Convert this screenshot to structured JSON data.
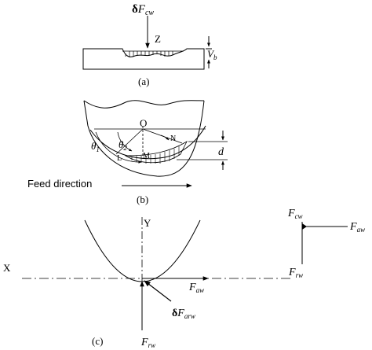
{
  "panel_a": {
    "force": {
      "prefix": "δ",
      "main": "F",
      "sub": "cw"
    },
    "z_label": "Z",
    "vb": {
      "main": "V",
      "sub": "b"
    },
    "caption": "(a)"
  },
  "panel_b": {
    "o_label": "O",
    "theta1": {
      "main": "θ",
      "sub": "1"
    },
    "theta2": {
      "main": "θ",
      "sub": "2"
    },
    "n_label": "N",
    "l_label": "L",
    "m_label": "M",
    "d_label": "d",
    "feed_label": "Feed direction",
    "caption": "(b)"
  },
  "panel_c": {
    "y_label": "Y",
    "x_label": "X",
    "faw": {
      "main": "F",
      "sub": "aw"
    },
    "dfarw": {
      "prefix": "δ",
      "main": "F",
      "sub": "arw"
    },
    "frw": {
      "main": "F",
      "sub": "rw"
    },
    "caption": "(c)"
  },
  "side_diagram": {
    "fcw": {
      "main": "F",
      "sub": "cw"
    },
    "faw": {
      "main": "F",
      "sub": "aw"
    },
    "frw": {
      "main": "F",
      "sub": "rw"
    }
  }
}
